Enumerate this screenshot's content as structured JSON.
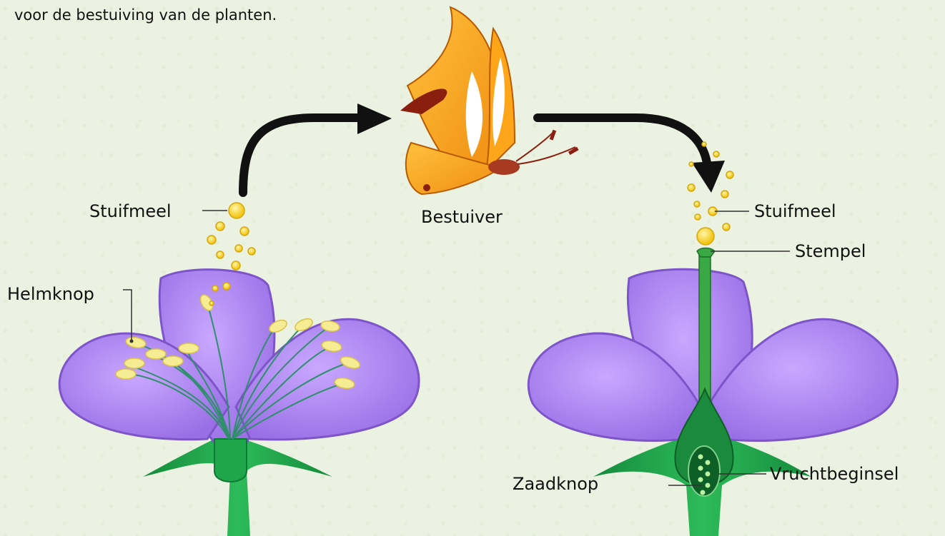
{
  "intro_text": "voor de bestuiving van de planten.",
  "labels": {
    "pollen_left": "Stuifmeel",
    "anther": "Helmknop",
    "pollinator": "Bestuiver",
    "pollen_right": "Stuifmeel",
    "stigma": "Stempel",
    "ovule": "Zaadknop",
    "ovary": "Vruchtbeginsel"
  },
  "colors": {
    "petal": "#a97ff0",
    "petal_light": "#c9a8ff",
    "petal_dark": "#7d55c9",
    "stem": "#1fa54a",
    "stem_dark": "#0f7a35",
    "pollen": "#f7d21a",
    "anther": "#f5ec93",
    "butterfly": "#f7a21b",
    "arrow": "#111111"
  }
}
